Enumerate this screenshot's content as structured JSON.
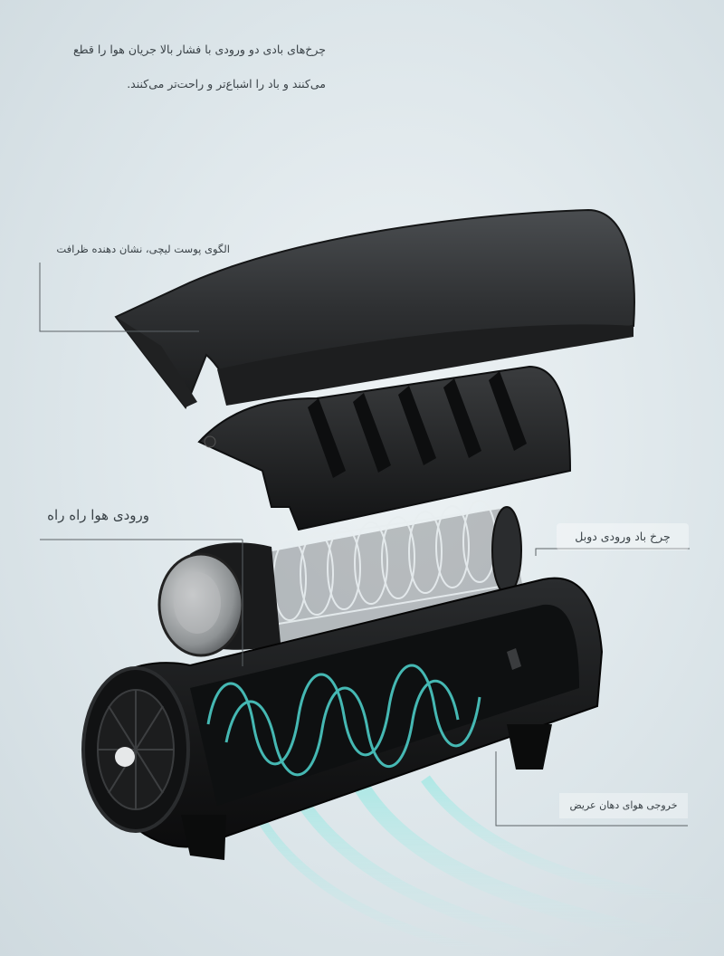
{
  "intro": {
    "line1": "چرخ‌های بادی دو ورودی با فشار بالا جریان هوا را قطع",
    "line2": "می‌کنند و باد را اشباع‌تر و راحت‌تر می‌کنند."
  },
  "callouts": {
    "lychee_pattern": "الگوی پوست لیچی، نشان دهنده ظرافت",
    "air_inlet": "ورودی هوا راه راه",
    "double_inlet_fan": "چرخ باد ورودی دوبل",
    "wide_outlet": "خروجی هوای دهان عریض"
  },
  "colors": {
    "background": "#dde6ea",
    "label_text": "#3a4247",
    "leader_line": "#5c6266",
    "shell": "#2b2d2f",
    "airflow_glow": "#4fd6d0"
  }
}
